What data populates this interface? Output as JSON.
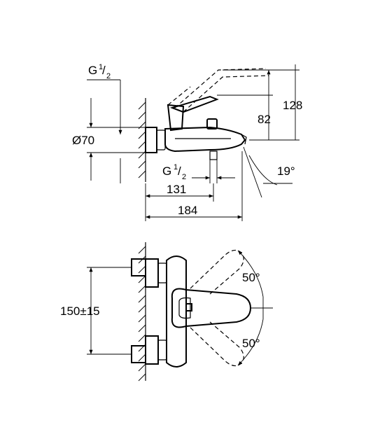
{
  "side_view": {
    "inlet_thread": {
      "prefix": "G ",
      "numerator": "1",
      "slash": "/",
      "denominator": "2"
    },
    "outlet_thread": {
      "prefix": "G ",
      "numerator": "1",
      "slash": "/",
      "denominator": "2"
    },
    "rosette_diameter": "Ø70",
    "height_outer": "128",
    "height_inner": "82",
    "spout_angle": "19°",
    "length_short": "131",
    "length_long": "184"
  },
  "top_view": {
    "inlet_spacing": "150±15",
    "lever_angle_up": "50°",
    "lever_angle_down": "50°"
  }
}
